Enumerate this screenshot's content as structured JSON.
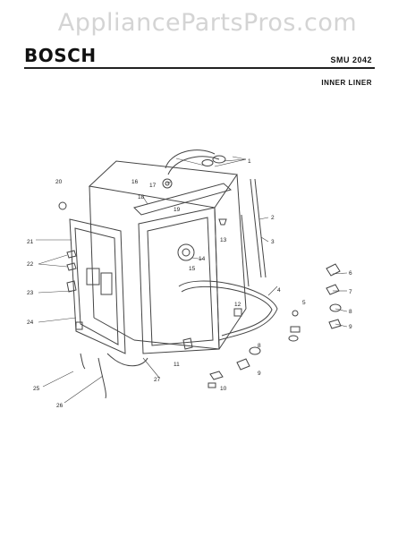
{
  "watermark": "AppliancePartsPros.com",
  "brand": "BOSCH",
  "model": "SMU 2042",
  "section": "INNER LINER",
  "part_labels": [
    "1",
    "2",
    "3",
    "4",
    "5",
    "6",
    "7",
    "8",
    "9",
    "10",
    "11",
    "12",
    "13",
    "14",
    "15",
    "16",
    "17",
    "18",
    "19",
    "20",
    "21",
    "22",
    "23",
    "24",
    "25",
    "26",
    "27"
  ]
}
